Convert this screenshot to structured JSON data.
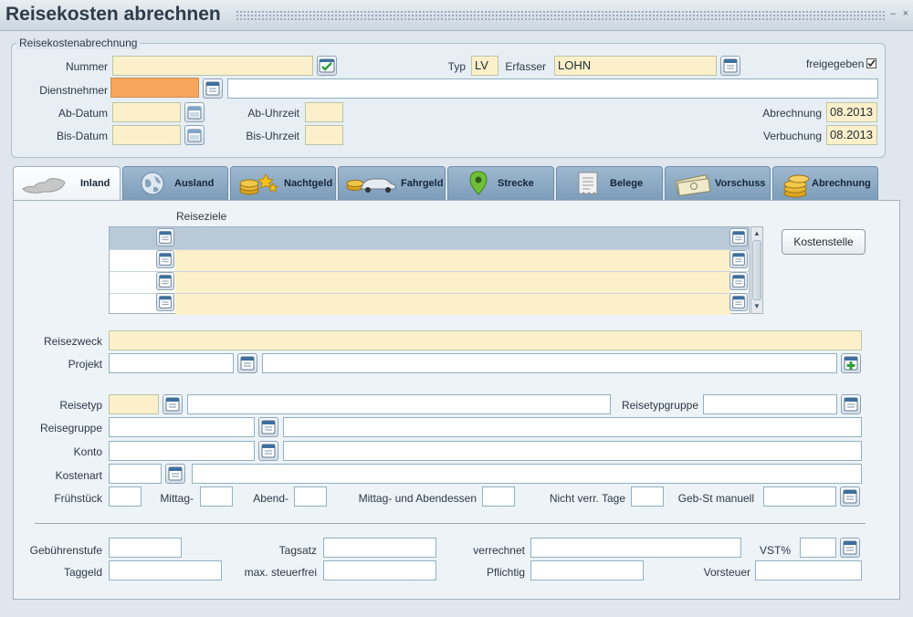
{
  "window": {
    "title": "Reisekosten abrechnen"
  },
  "header": {
    "group_title": "Reisekostenabrechnung",
    "nummer_label": "Nummer",
    "nummer_value": "",
    "typ_label": "Typ",
    "typ_value": "LV",
    "erfasser_label": "Erfasser",
    "erfasser_value": "LOHN",
    "freigegeben_label": "freigegeben",
    "freigegeben_checked": true,
    "dienstnehmer_label": "Dienstnehmer",
    "dienstnehmer_value": "",
    "dienstnehmer_name": "",
    "ab_datum_label": "Ab-Datum",
    "ab_uhrzeit_label": "Ab-Uhrzeit",
    "bis_datum_label": "Bis-Datum",
    "bis_uhrzeit_label": "Bis-Uhrzeit",
    "abrechnung_label": "Abrechnung",
    "abrechnung_value": "08.2013",
    "verbuchung_label": "Verbuchung",
    "verbuchung_value": "08.2013"
  },
  "tabs": [
    {
      "label": "Inland",
      "icon": "austria-map-icon",
      "active": true
    },
    {
      "label": "Ausland",
      "icon": "globe-icon",
      "active": false
    },
    {
      "label": "Nachtgeld",
      "icon": "coins-stars-icon",
      "active": false
    },
    {
      "label": "Fahrgeld",
      "icon": "car-icon",
      "active": false
    },
    {
      "label": "Strecke",
      "icon": "location-pin-icon",
      "active": false
    },
    {
      "label": "Belege",
      "icon": "receipt-icon",
      "active": false
    },
    {
      "label": "Vorschuss",
      "icon": "money-bills-icon",
      "active": false
    },
    {
      "label": "Abrechnung",
      "icon": "coin-stack-icon",
      "active": false
    }
  ],
  "inland": {
    "reiseziele_label": "Reiseziele",
    "kostenstelle_button": "Kostenstelle",
    "reisezweck_label": "Reisezweck",
    "projekt_label": "Projekt",
    "reisetyp_label": "Reisetyp",
    "reisetypgruppe_label": "Reisetypgruppe",
    "reisegruppe_label": "Reisegruppe",
    "konto_label": "Konto",
    "kostenart_label": "Kostenart",
    "fruehstueck_label": "Frühstück",
    "mittag_label": "Mittag-",
    "abend_label": "Abend-",
    "mittag_abendessen_label": "Mittag- und Abendessen",
    "nicht_verr_tage_label": "Nicht verr. Tage",
    "geb_st_manuell_label": "Geb-St manuell",
    "gebuehrenstufe_label": "Gebührenstufe",
    "tagsatz_label": "Tagsatz",
    "verrechnet_label": "verrechnet",
    "vst_label": "VST%",
    "taggeld_label": "Taggeld",
    "max_steuerfrei_label": "max. steuerfrei",
    "pflichtig_label": "Pflichtig",
    "vorsteuer_label": "Vorsteuer"
  },
  "colors": {
    "required_field": "#fcf0cb",
    "focused_field": "#f7a65c",
    "tab_inactive": "#8aa8c2",
    "panel": "#eef3f7"
  }
}
